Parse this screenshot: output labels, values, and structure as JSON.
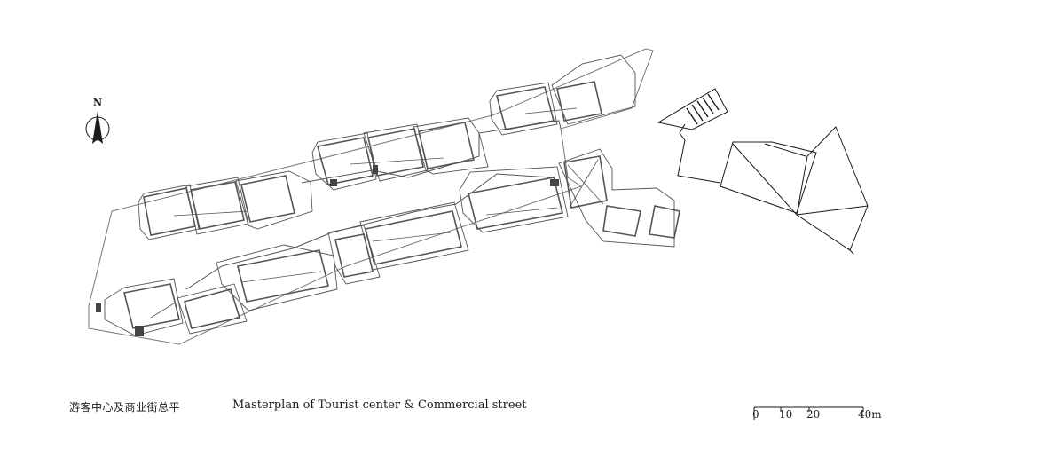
{
  "title_cn": "游客中心及商业街总平",
  "title_en": "Masterplan of Tourist center & Commercial street",
  "north_label": "N",
  "scale_bar": {
    "ticks": [
      "0",
      "10",
      "20",
      "40m"
    ]
  },
  "colors": {
    "line": "#555555",
    "dark_line": "#1a1a1a",
    "background": "#ffffff"
  }
}
